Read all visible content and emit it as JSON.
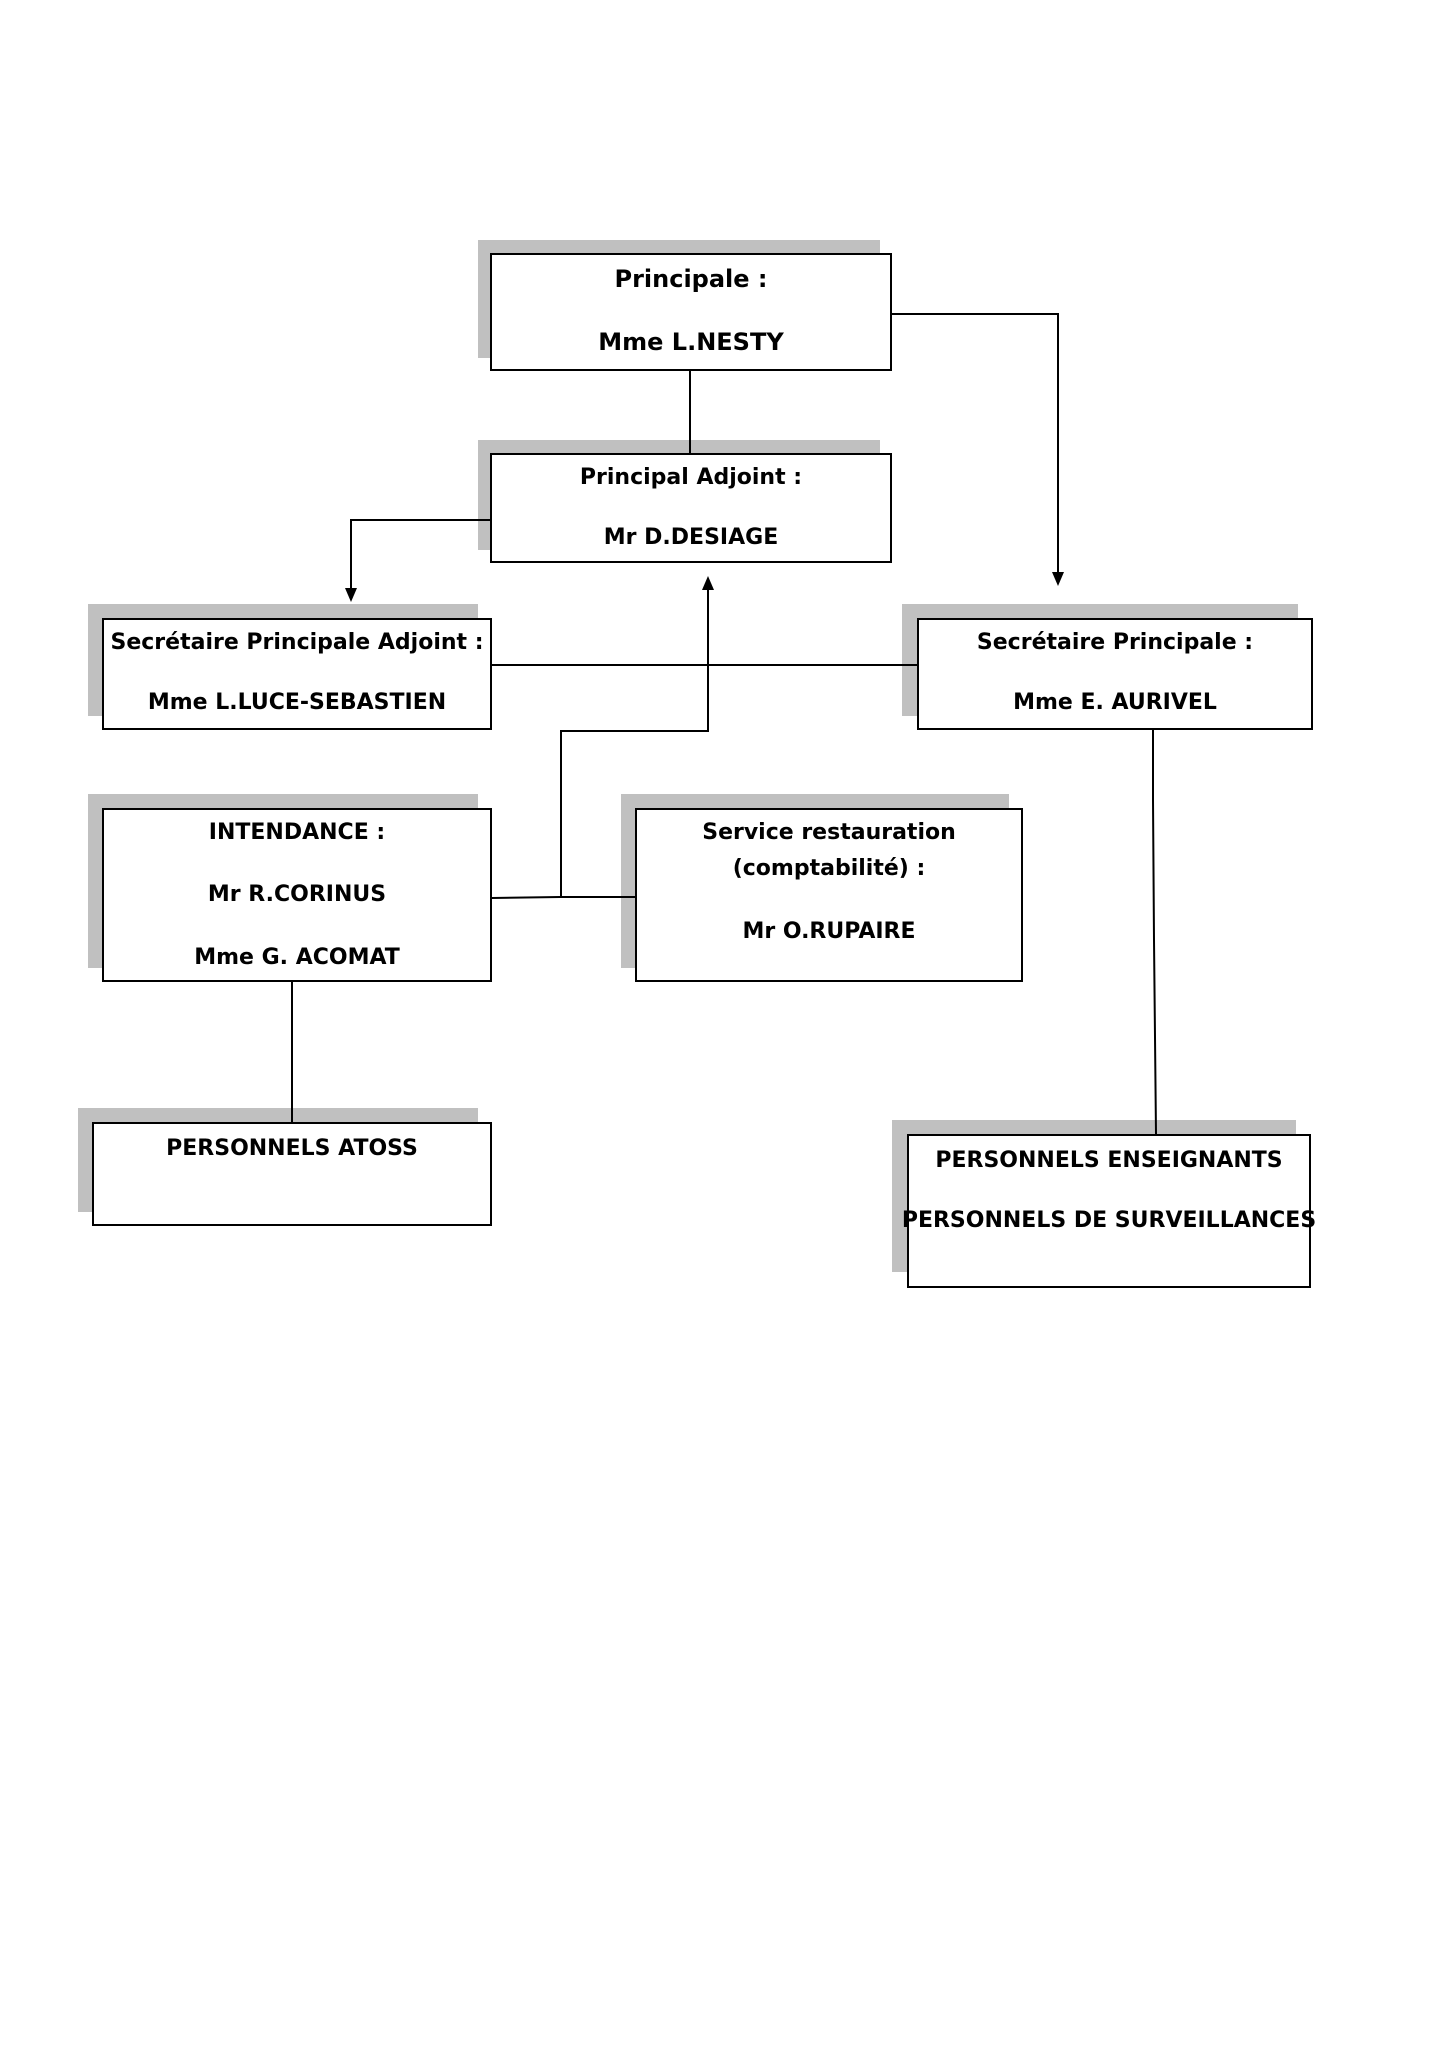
{
  "nodes": {
    "principale": {
      "title": "Principale :",
      "name": "Mme L.NESTY"
    },
    "principal_adjoint": {
      "title": "Principal Adjoint :",
      "name": "Mr D.DESIAGE"
    },
    "secretaire_adjoint": {
      "title": "Secrétaire Principale Adjoint :",
      "name": "Mme L.LUCE-SEBASTIEN"
    },
    "secretaire_principale": {
      "title": "Secrétaire Principale :",
      "name": "Mme E. AURIVEL"
    },
    "intendance": {
      "title": "INTENDANCE :",
      "name1": "Mr  R.CORINUS",
      "name2": "Mme G. ACOMAT"
    },
    "restauration": {
      "title1": "Service restauration",
      "title2": "(comptabilité) :",
      "name": "Mr O.RUPAIRE"
    },
    "atoss": {
      "title": "PERSONNELS ATOSS"
    },
    "enseignants": {
      "line1": "PERSONNELS ENSEIGNANTS",
      "line2": "PERSONNELS DE SURVEILLANCES"
    }
  },
  "style": {
    "shadow_color": "#c0c0c0",
    "border_color": "#000000"
  }
}
